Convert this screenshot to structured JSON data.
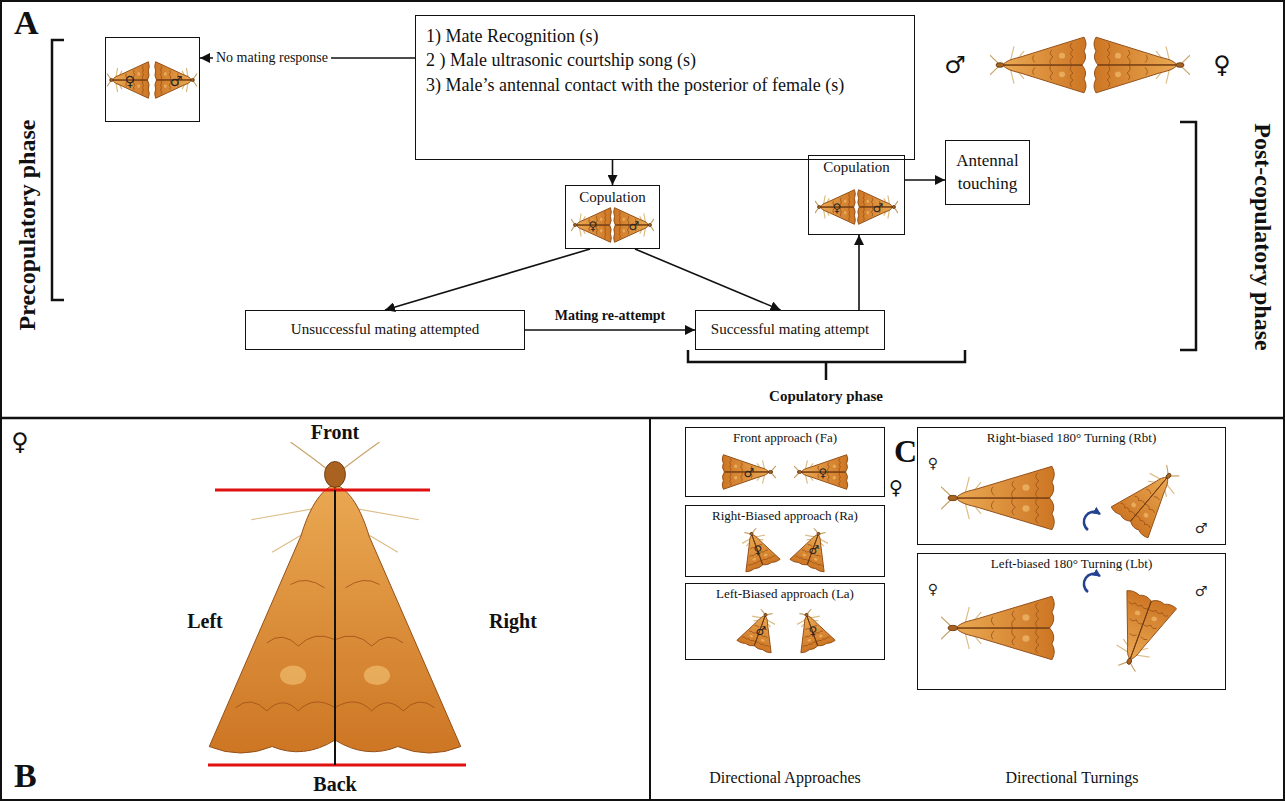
{
  "diagram": {
    "nodes": [
      {
        "text": [
          "1) Mate Recognition (s)",
          "2 ) Male ultrasonic courtship song (s)",
          "3) Male’s antennal contact with the posterior of female (s)"
        ]
      },
      {
        "text": [
          "♀",
          "♂"
        ]
      },
      {
        "text": [
          "Copulation",
          "♀",
          "♂"
        ]
      },
      {
        "text": [
          "Unsuccessful mating attempted"
        ]
      },
      {
        "text": [
          "Successful mating attempt"
        ]
      },
      {
        "text": [
          "Copulation",
          "♀",
          "♂"
        ]
      },
      {
        "text": [
          "Antennal touching"
        ]
      },
      {
        "text": [
          "Front approach (Fa)",
          "♂",
          "♀"
        ]
      },
      {
        "text": [
          "Right-Biased approach (Ra)",
          "♀",
          "♂"
        ]
      },
      {
        "text": [
          "Left-Biased approach (La)",
          "♂",
          "♀"
        ]
      },
      {
        "text": [
          "Right-biased 180° Turning (Rbt)",
          "♀",
          "♂"
        ]
      },
      {
        "text": [
          "Left-biased 180° Turning (Lbt)",
          "♀",
          "♂"
        ]
      }
    ],
    "edges": [
      {
        "from": 0,
        "to": 1,
        "label": "No mating response",
        "arrow": "to"
      },
      {
        "from": 0,
        "to": 2,
        "arrow": "to"
      },
      {
        "from": 2,
        "to": 3,
        "arrow": "to"
      },
      {
        "from": 2,
        "to": 4,
        "arrow": "to"
      },
      {
        "from": 3,
        "to": 4,
        "label": "Mating re-attempt",
        "arrow": "to"
      },
      {
        "from": 4,
        "to": 5,
        "arrow": "to"
      },
      {
        "from": 5,
        "to": 6,
        "arrow": "to"
      }
    ],
    "labels": [
      "A",
      "Precopulatory phase",
      "♂",
      "♀",
      "Post-copulatory phase",
      "Copulatory phase",
      "B",
      "♀",
      "Front",
      "Left",
      "Right",
      "Back",
      "♀",
      "C",
      "Directional Approaches",
      "Directional Turnings"
    ]
  }
}
